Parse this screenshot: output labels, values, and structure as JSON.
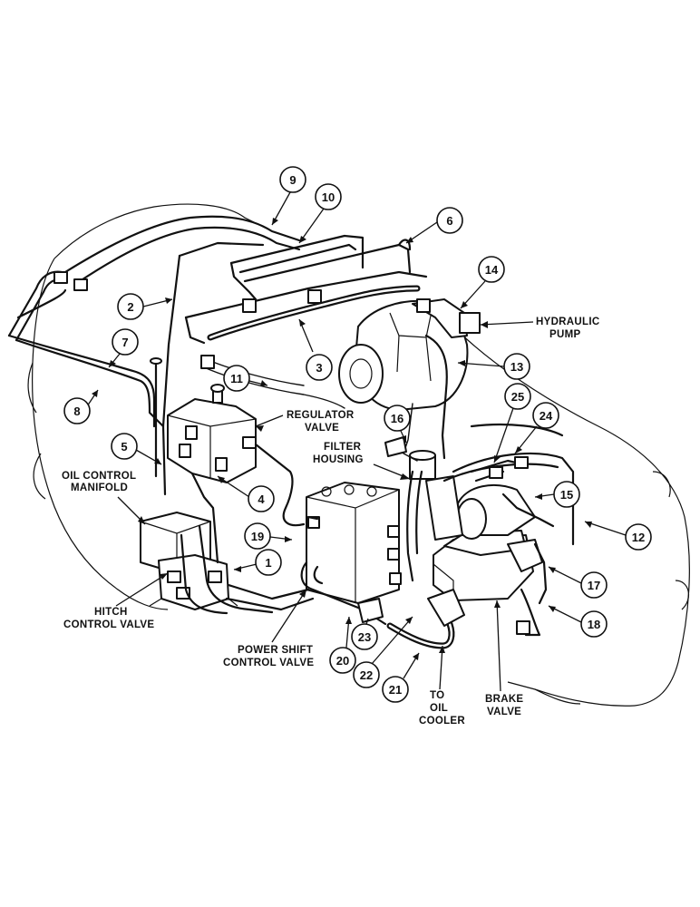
{
  "labels": {
    "hydraulic_pump": [
      "HYDRAULIC",
      "PUMP"
    ],
    "regulator_valve": [
      "REGULATOR",
      "VALVE"
    ],
    "filter_housing": [
      "FILTER",
      "HOUSING"
    ],
    "oil_control_manifold": [
      "OIL CONTROL",
      "MANIFOLD"
    ],
    "hitch_control_valve": [
      "HITCH",
      "CONTROL VALVE"
    ],
    "power_shift_control_valve": [
      "POWER SHIFT",
      "CONTROL VALVE"
    ],
    "to_oil_cooler": [
      "TO",
      "OIL",
      "COOLER"
    ],
    "brake_valve": [
      "BRAKE",
      "VALVE"
    ]
  },
  "callouts": [
    "1",
    "2",
    "3",
    "4",
    "5",
    "6",
    "7",
    "8",
    "9",
    "10",
    "11",
    "12",
    "13",
    "14",
    "15",
    "16",
    "17",
    "18",
    "19",
    "20",
    "21",
    "22",
    "23",
    "24",
    "25"
  ]
}
